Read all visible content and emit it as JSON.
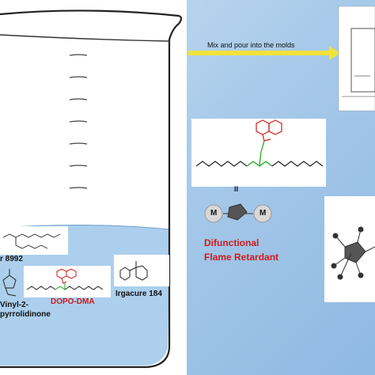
{
  "arrow": {
    "label": "Mix and pour into the molds"
  },
  "components": {
    "crosslinker": "r 8992",
    "nvp": "Vinyl-2-\npyrrolidinone",
    "dopo_dma": "DOPO-DMA",
    "irgacure": "Irgacure 184"
  },
  "structure": {
    "equals": "II",
    "m_left": "M",
    "m_right": "M"
  },
  "retardant": {
    "line1": "Difunctional",
    "line2": "Flame Retardant"
  },
  "colors": {
    "accent_red": "#d11a1a",
    "green_bond": "#1aa51a",
    "arrow_yellow": "#f2e23a",
    "liquid_blue": "#9ec7ea"
  }
}
